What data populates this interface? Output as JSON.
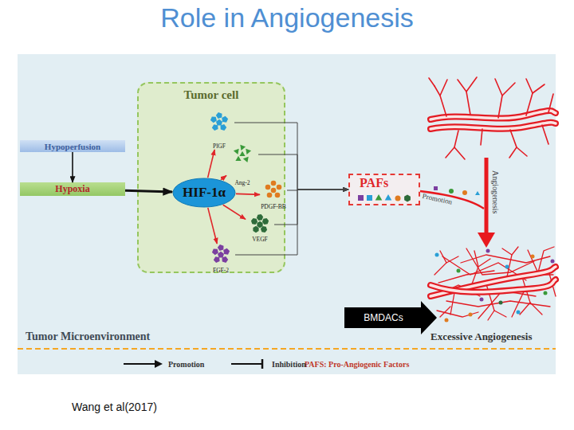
{
  "diagram": {
    "title": "Role in Angiogenesis",
    "caption": "Wang et al(2017)",
    "nodes": [
      {
        "text": [
          "Hypoperfusion"
        ]
      },
      {
        "text": [
          "Hypoxia"
        ]
      },
      {
        "text": [
          "Tumor cell"
        ]
      },
      {
        "text": [
          "HIF-1α"
        ],
        "in": 2
      },
      {
        "text": [
          "PlGF"
        ],
        "in": 2
      },
      {
        "text": [
          "Ang-2"
        ],
        "in": 2
      },
      {
        "text": [
          "PDGF-BB"
        ],
        "in": 2
      },
      {
        "text": [
          "VEGF"
        ],
        "in": 2
      },
      {
        "text": [
          "FGF-2"
        ],
        "in": 2
      },
      {
        "text": [
          "PAFs"
        ]
      },
      {
        "text": [
          "BMDACs"
        ]
      }
    ],
    "edges": [
      {
        "from": 0,
        "to": 1,
        "arrow": "to"
      },
      {
        "from": 1,
        "to": 3,
        "arrow": "to"
      },
      {
        "from": 3,
        "to": 4,
        "arrow": "to"
      },
      {
        "from": 3,
        "to": 5,
        "arrow": "to"
      },
      {
        "from": 3,
        "to": 6,
        "arrow": "to"
      },
      {
        "from": 3,
        "to": 7,
        "arrow": "to"
      },
      {
        "from": 3,
        "to": 8,
        "arrow": "to"
      },
      {
        "from": 4,
        "to": 9,
        "arrow": "to"
      },
      {
        "from": 5,
        "to": 9,
        "arrow": "to"
      },
      {
        "from": 6,
        "to": 9,
        "arrow": "to"
      },
      {
        "from": 7,
        "to": 9,
        "arrow": "to"
      },
      {
        "from": 8,
        "to": 9,
        "arrow": "to"
      }
    ],
    "labels": [
      "Promotion",
      "Angiogenesis",
      "Excessive Angiogenesis",
      "Tumor Microenvironment",
      "PAFS: Pro-Angiogenic Factors"
    ],
    "legend": [
      {
        "text": "Promotion"
      },
      {
        "text": "Inhibition"
      }
    ]
  }
}
